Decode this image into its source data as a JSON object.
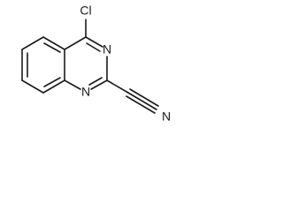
{
  "molecule": {
    "atoms": {
      "cl": "Cl",
      "n3": "N",
      "n1": "N",
      "nitrile_n": "N"
    }
  }
}
